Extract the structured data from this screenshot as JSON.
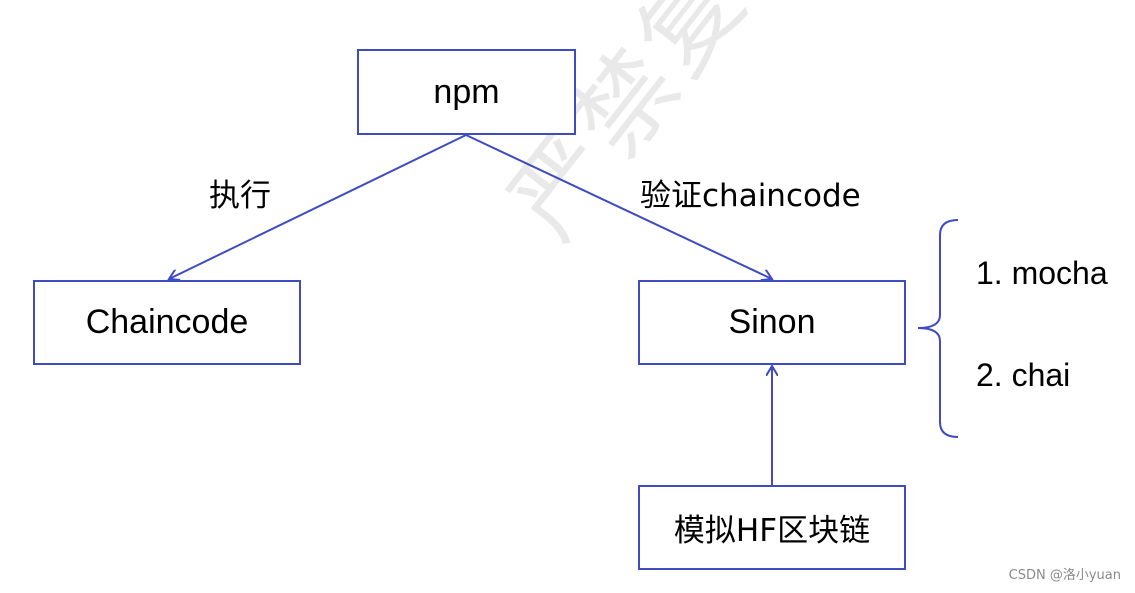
{
  "nodes": {
    "npm": "npm",
    "chaincode": "Chaincode",
    "sinon": "Sinon",
    "hf": "模拟HF区块链"
  },
  "edge_labels": {
    "execute": "执行",
    "verify": "验证chaincode"
  },
  "sinon_group": [
    "1. mocha",
    "2. chai"
  ],
  "watermark": "严禁复制",
  "credit": "CSDN @洛小yuan",
  "colors": {
    "stroke": "#3F4BC0"
  }
}
